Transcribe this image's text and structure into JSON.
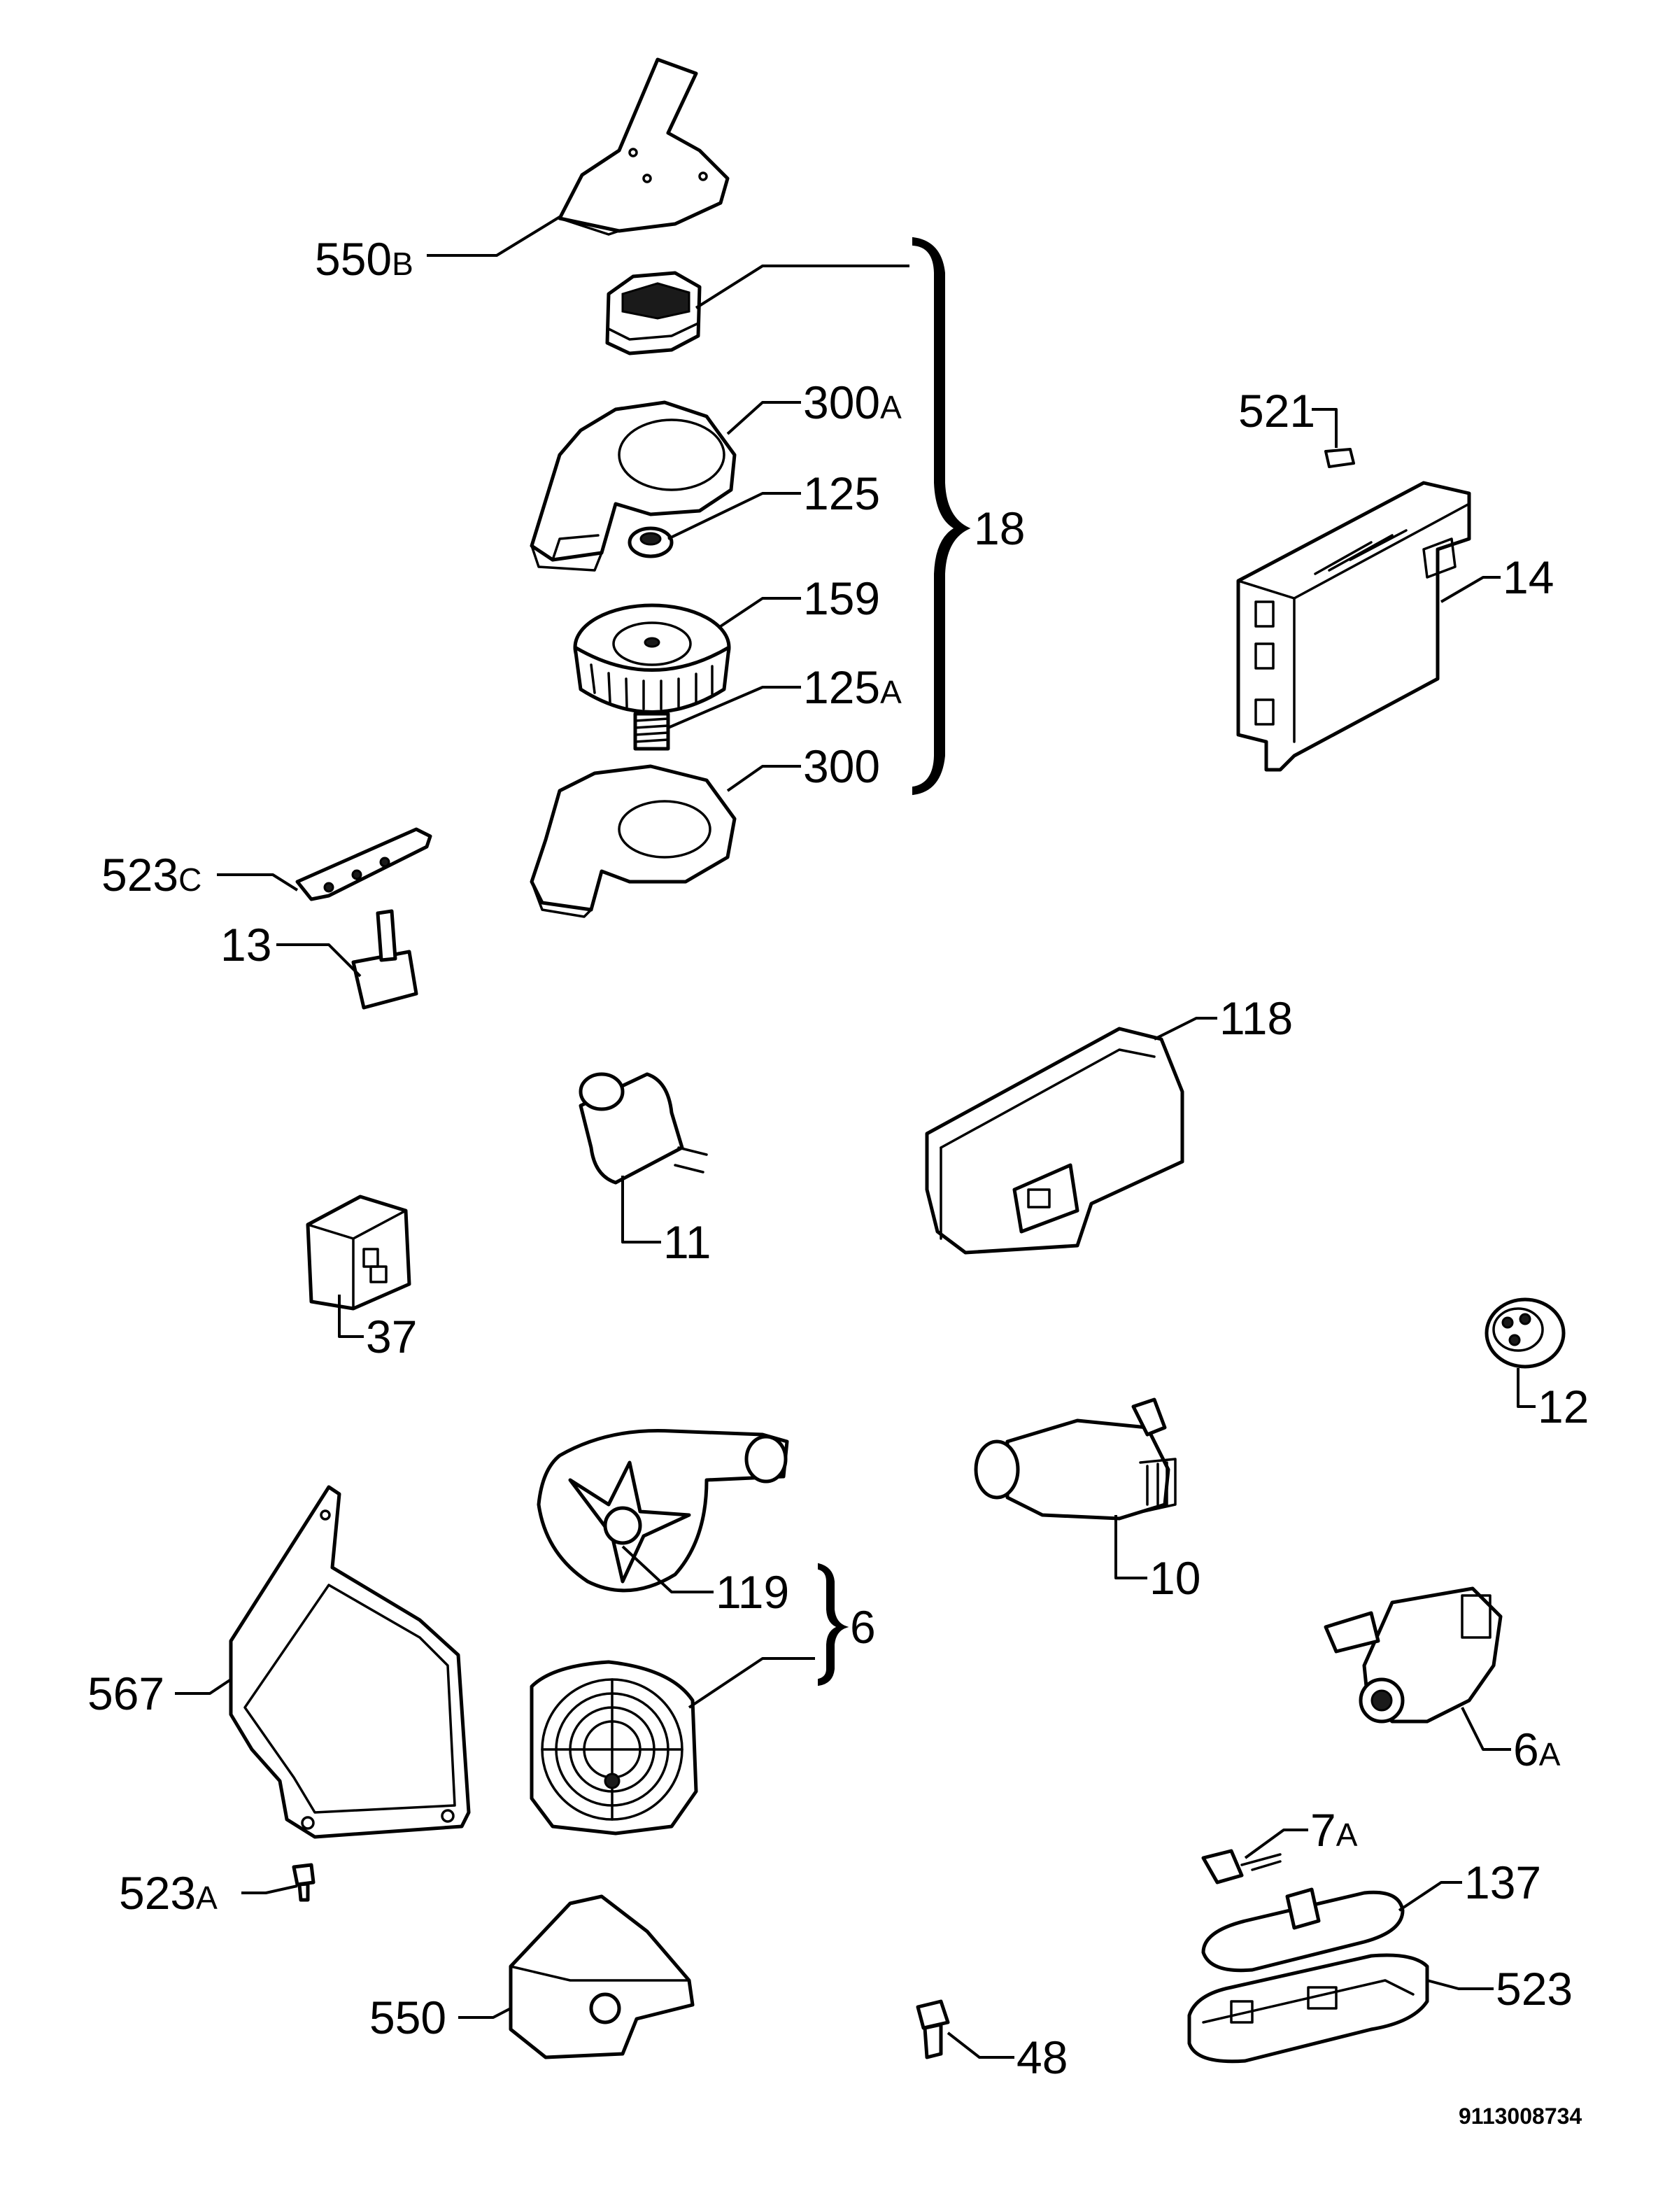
{
  "labels": {
    "l550b": {
      "num": "550",
      "sfx": "B"
    },
    "l300a": {
      "num": "300",
      "sfx": "A"
    },
    "l125": {
      "num": "125",
      "sfx": ""
    },
    "l18": {
      "num": "18",
      "sfx": ""
    },
    "l159": {
      "num": "159",
      "sfx": ""
    },
    "l125a": {
      "num": "125",
      "sfx": "A"
    },
    "l300": {
      "num": "300",
      "sfx": ""
    },
    "l521": {
      "num": "521",
      "sfx": ""
    },
    "l14": {
      "num": "14",
      "sfx": ""
    },
    "l523c": {
      "num": "523",
      "sfx": "C"
    },
    "l13": {
      "num": "13",
      "sfx": ""
    },
    "l118": {
      "num": "118",
      "sfx": ""
    },
    "l11": {
      "num": "11",
      "sfx": ""
    },
    "l37": {
      "num": "37",
      "sfx": ""
    },
    "l12": {
      "num": "12",
      "sfx": ""
    },
    "l119": {
      "num": "119",
      "sfx": ""
    },
    "l6": {
      "num": "6",
      "sfx": ""
    },
    "l10": {
      "num": "10",
      "sfx": ""
    },
    "l567": {
      "num": "567",
      "sfx": ""
    },
    "l6a": {
      "num": "6",
      "sfx": "A"
    },
    "l7a": {
      "num": "7",
      "sfx": "A"
    },
    "l137": {
      "num": "137",
      "sfx": ""
    },
    "l523a": {
      "num": "523",
      "sfx": "A"
    },
    "l523": {
      "num": "523",
      "sfx": ""
    },
    "l550": {
      "num": "550",
      "sfx": ""
    },
    "l48": {
      "num": "48",
      "sfx": ""
    }
  },
  "reference_number": "9113008734"
}
